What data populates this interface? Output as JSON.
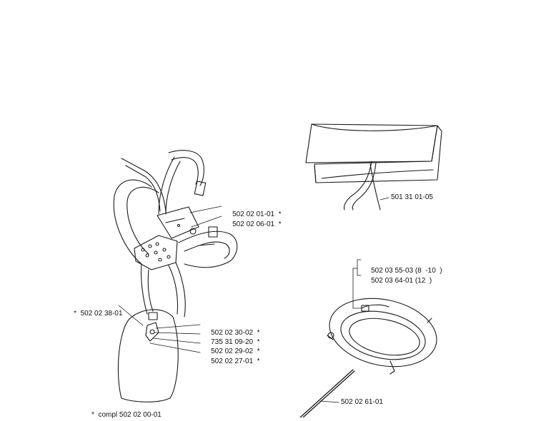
{
  "harness": {
    "parts": [
      {
        "number": "502 02 01-01",
        "mark": "*"
      },
      {
        "number": "502 02 06-01",
        "mark": "*"
      },
      {
        "number": "502 02 38-01",
        "mark": "*"
      },
      {
        "number": "502 02 30-02",
        "mark": "*"
      },
      {
        "number": "735 31 09-20",
        "mark": "*"
      },
      {
        "number": "502 02 29-02",
        "mark": "*"
      },
      {
        "number": "502 02 27-01",
        "mark": "*"
      }
    ],
    "complete_label": "*  compl 502 02 00-01"
  },
  "case": {
    "number": "501 31 01-05"
  },
  "ring": {
    "parts": [
      {
        "number": "502 03 55-03",
        "note": "(8  -10  )"
      },
      {
        "number": "502 03 64-01",
        "note": "(12  )"
      }
    ]
  },
  "rod": {
    "number": "502 02 61-01"
  }
}
